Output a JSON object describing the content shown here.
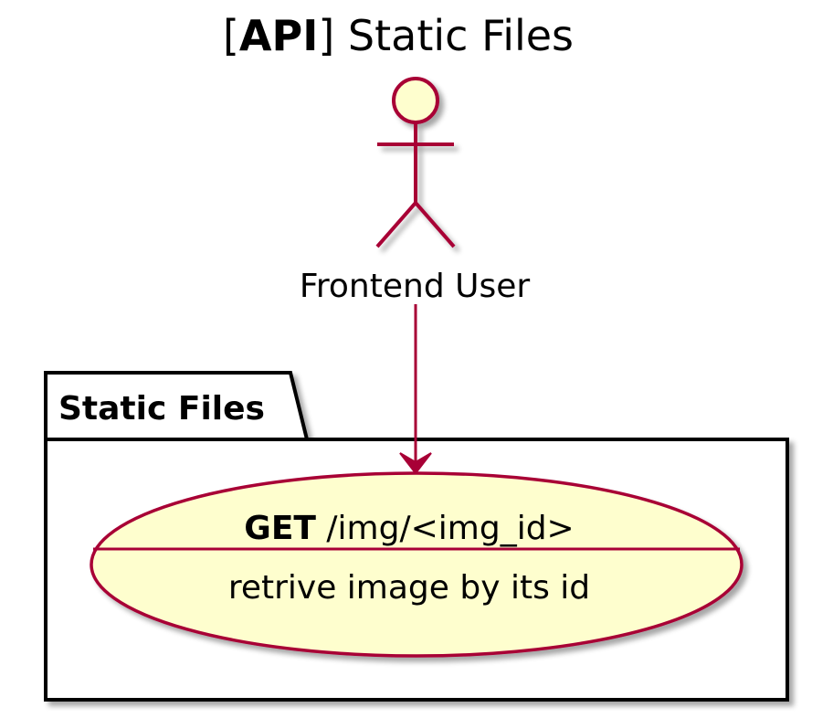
{
  "title": {
    "bracket_open": "[",
    "bold": "API",
    "bracket_close": "]",
    "rest": " Static Files"
  },
  "actor": {
    "label": "Frontend User"
  },
  "package": {
    "label": "Static Files"
  },
  "usecase": {
    "method": "GET",
    "path": " /img/<img_id>",
    "description": "retrive image by its id"
  },
  "colors": {
    "border": "#A80036",
    "fill": "#FEFECE",
    "package_border": "#000000",
    "shadow": "#C8C8C8"
  }
}
